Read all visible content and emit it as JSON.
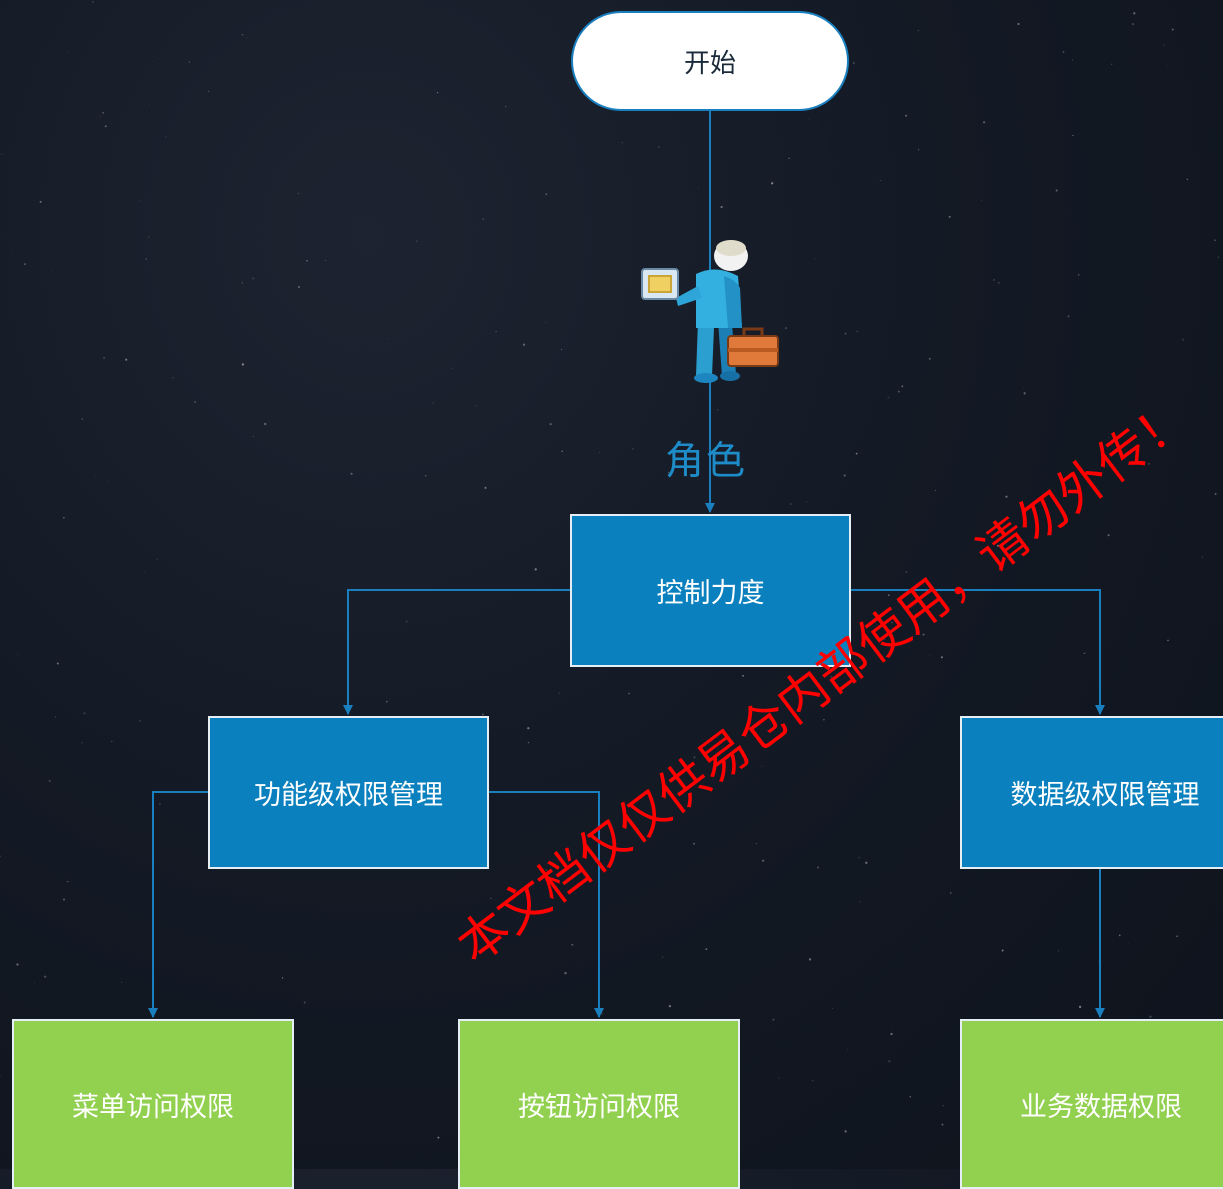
{
  "flowchart": {
    "start": "开始",
    "role_label": "角色",
    "control": "控制力度",
    "function_level": "功能级权限管理",
    "data_level": "数据级权限管理",
    "menu_access": "菜单访问权限",
    "button_access": "按钮访问权限",
    "business_data": "业务数据权限"
  },
  "icons": {
    "role": "business-person-icon"
  },
  "watermark": "本文档仅仅供易仓内部使用，请勿外传！",
  "colors": {
    "background": "#131924",
    "connector": "#1a7fbf",
    "blue_box": "#0a80be",
    "green_box": "#92d050",
    "watermark": "#ff0000"
  }
}
